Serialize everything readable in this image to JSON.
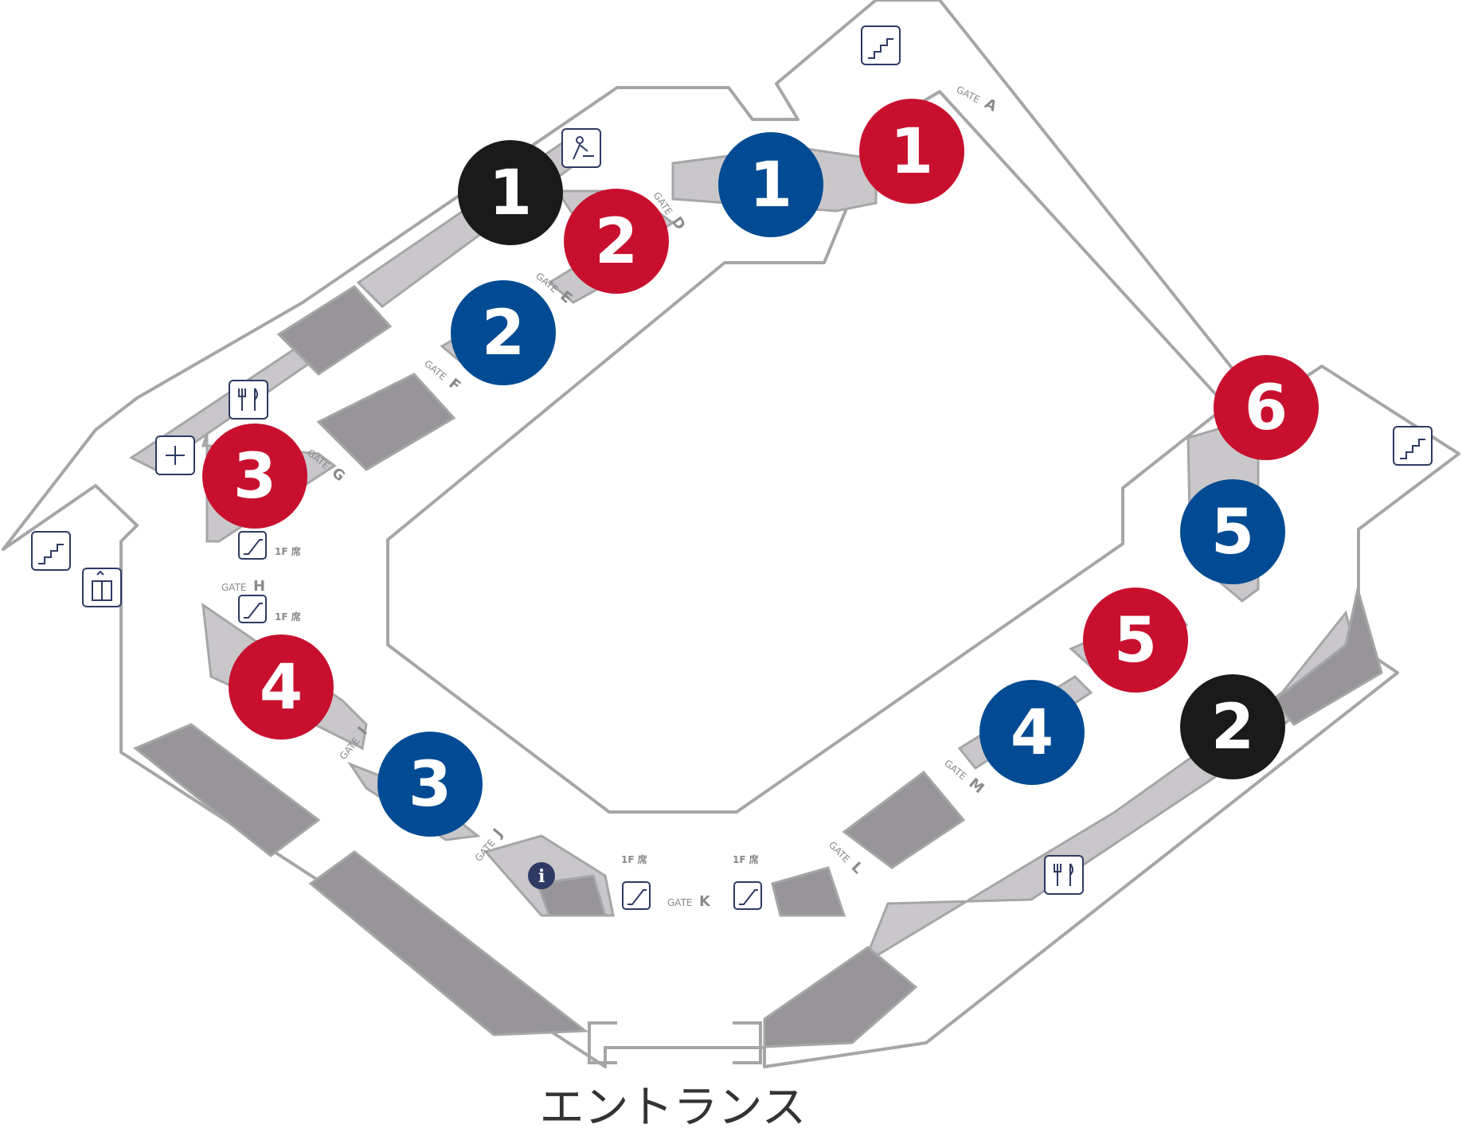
{
  "entrance_label": "エントランス",
  "gate_word": "GATE",
  "floor_note": "1F 席",
  "colors": {
    "red": "#c8102e",
    "blue": "#004b93",
    "black": "#1a1a1a",
    "concourse_stroke": "#a6a6a8",
    "concourse_fill_light": "#c9c7ca",
    "concourse_fill_dark": "#979598",
    "icon_stroke": "#2e3a63"
  },
  "gates": [
    {
      "id": "A",
      "label": "A"
    },
    {
      "id": "D",
      "label": "D"
    },
    {
      "id": "E",
      "label": "E"
    },
    {
      "id": "F",
      "label": "F"
    },
    {
      "id": "G",
      "label": "G"
    },
    {
      "id": "H",
      "label": "H"
    },
    {
      "id": "I",
      "label": "I"
    },
    {
      "id": "J",
      "label": "J"
    },
    {
      "id": "K",
      "label": "K"
    },
    {
      "id": "L",
      "label": "L"
    },
    {
      "id": "M",
      "label": "M"
    }
  ],
  "markers": [
    {
      "id": "red-1",
      "color": "red",
      "number": "1"
    },
    {
      "id": "blue-1",
      "color": "blue",
      "number": "1"
    },
    {
      "id": "black-1",
      "color": "black",
      "number": "1"
    },
    {
      "id": "red-2",
      "color": "red",
      "number": "2"
    },
    {
      "id": "blue-2",
      "color": "blue",
      "number": "2"
    },
    {
      "id": "red-3",
      "color": "red",
      "number": "3"
    },
    {
      "id": "red-4",
      "color": "red",
      "number": "4"
    },
    {
      "id": "blue-3",
      "color": "blue",
      "number": "3"
    },
    {
      "id": "red-6",
      "color": "red",
      "number": "6"
    },
    {
      "id": "blue-5",
      "color": "blue",
      "number": "5"
    },
    {
      "id": "red-5",
      "color": "red",
      "number": "5"
    },
    {
      "id": "blue-4",
      "color": "blue",
      "number": "4"
    },
    {
      "id": "black-2",
      "color": "black",
      "number": "2"
    }
  ],
  "icons": [
    {
      "id": "stairs-top",
      "name": "stairs-icon"
    },
    {
      "id": "baby-care",
      "name": "baby-changing-icon"
    },
    {
      "id": "restaurant-left",
      "name": "restaurant-icon"
    },
    {
      "id": "first-aid",
      "name": "first-aid-icon"
    },
    {
      "id": "stairs-left",
      "name": "stairs-icon"
    },
    {
      "id": "elevator",
      "name": "elevator-icon"
    },
    {
      "id": "escalator-h-upper",
      "name": "escalator-icon"
    },
    {
      "id": "escalator-h-lower",
      "name": "escalator-icon"
    },
    {
      "id": "information",
      "name": "information-icon"
    },
    {
      "id": "escalator-k-left",
      "name": "escalator-icon"
    },
    {
      "id": "escalator-k-right",
      "name": "escalator-icon"
    },
    {
      "id": "stairs-right",
      "name": "stairs-icon"
    },
    {
      "id": "restaurant-right",
      "name": "restaurant-icon"
    }
  ]
}
